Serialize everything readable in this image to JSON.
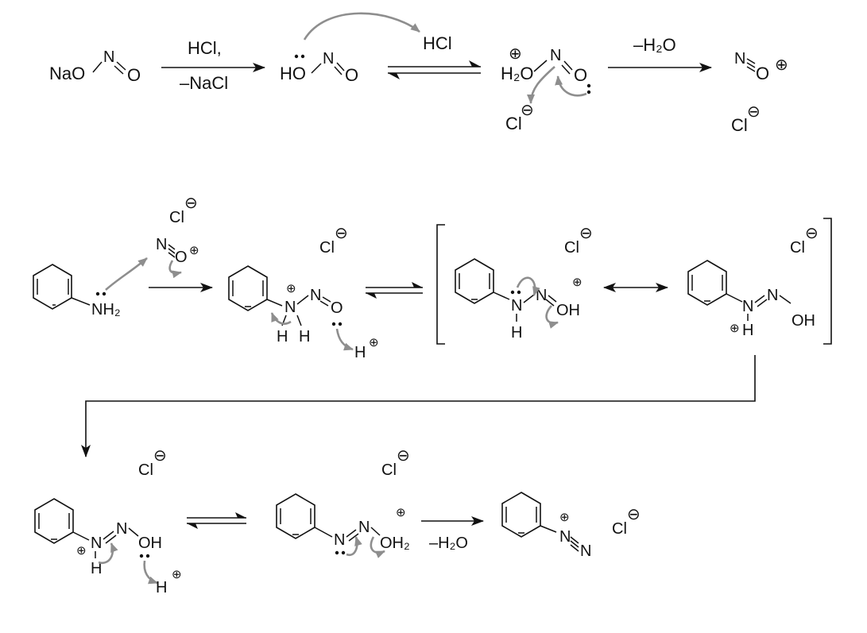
{
  "atoms": {
    "na_o": "NaO",
    "ho": "HO",
    "n": "N",
    "o": "O",
    "oh": "OH",
    "h": "H",
    "h2o_label": "H₂O",
    "oh2": "OH₂",
    "nh2": "NH₂",
    "cl": "Cl",
    "hcl": "HCl"
  },
  "charges": {
    "plus": "⊕",
    "minus": "⊖"
  },
  "conditions": {
    "step1_top": "HCl,",
    "step1_bottom": "–NaCl",
    "step3_top": "–H₂O",
    "final_bottom": "–H₂O"
  },
  "colors": {
    "ink": "#111111",
    "mechanism_arrow": "#8e8e8e"
  }
}
